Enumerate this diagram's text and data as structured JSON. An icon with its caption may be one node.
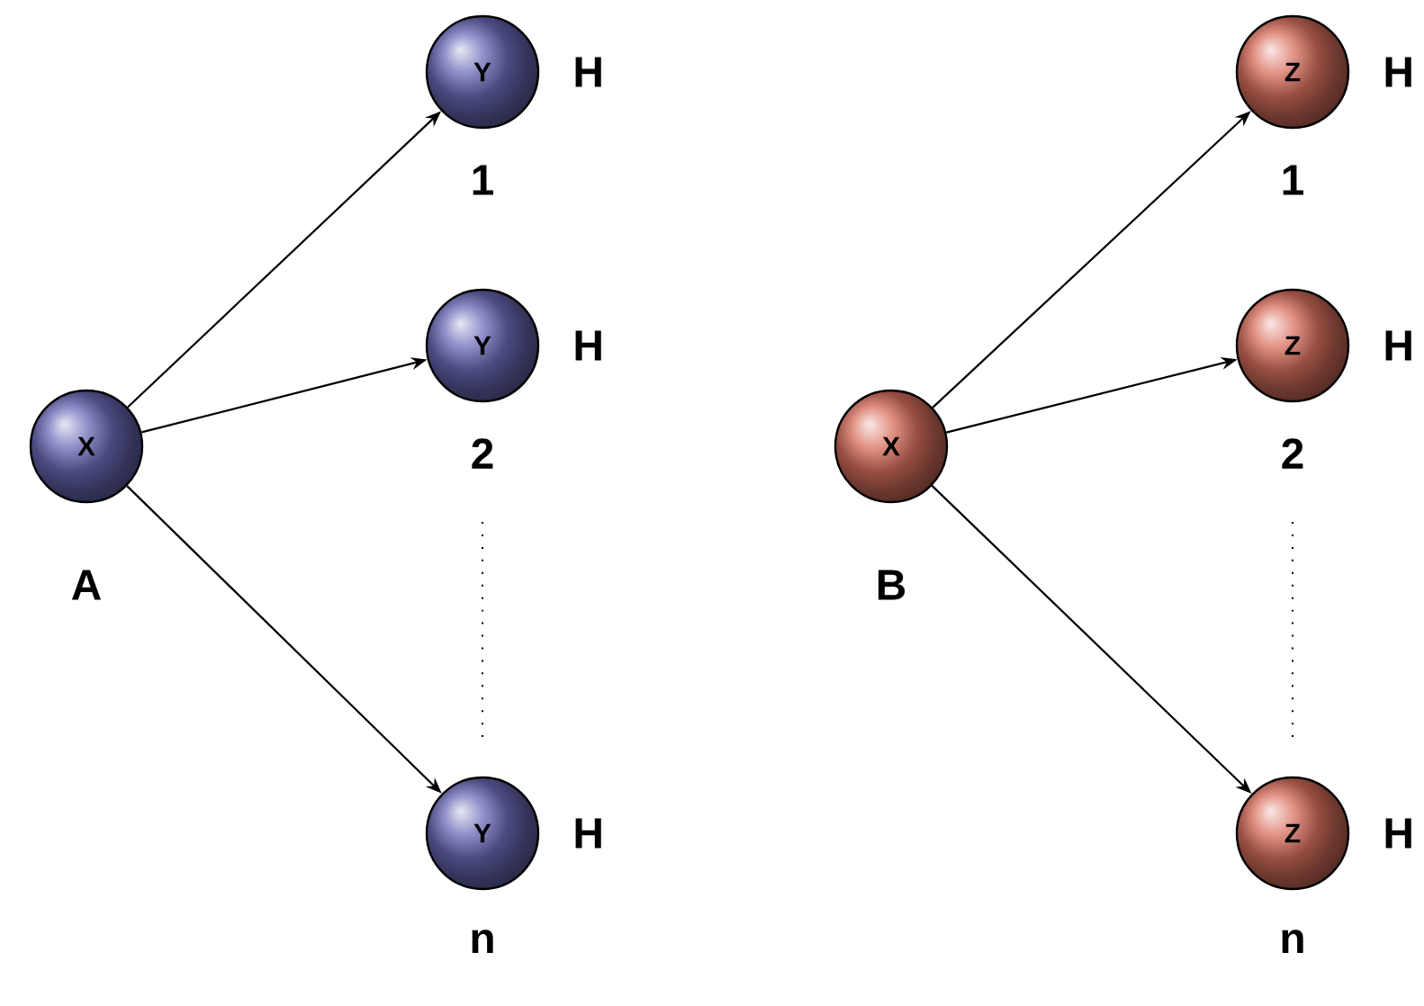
{
  "diagram": {
    "nodes": [
      {
        "text": [
          "X"
        ],
        "beside": [
          "A"
        ]
      },
      {
        "text": [
          "Y"
        ],
        "beside": [
          "H",
          "1"
        ]
      },
      {
        "text": [
          "Y"
        ],
        "beside": [
          "H",
          "2"
        ]
      },
      {
        "text": [
          "Y"
        ],
        "beside": [
          "H",
          "n"
        ]
      },
      {
        "text": [
          "X"
        ],
        "beside": [
          "B"
        ]
      },
      {
        "text": [
          "Z"
        ],
        "beside": [
          "H",
          "1"
        ]
      },
      {
        "text": [
          "Z"
        ],
        "beside": [
          "H",
          "2"
        ]
      },
      {
        "text": [
          "Z"
        ],
        "beside": [
          "H",
          "n"
        ]
      }
    ],
    "edges": [
      {
        "from": 0,
        "to": 1,
        "arrow": "to"
      },
      {
        "from": 0,
        "to": 2,
        "arrow": "to"
      },
      {
        "from": 0,
        "to": 3,
        "arrow": "to"
      },
      {
        "from": 4,
        "to": 5,
        "arrow": "to"
      },
      {
        "from": 4,
        "to": 6,
        "arrow": "to"
      },
      {
        "from": 4,
        "to": 7,
        "arrow": "to"
      }
    ]
  }
}
